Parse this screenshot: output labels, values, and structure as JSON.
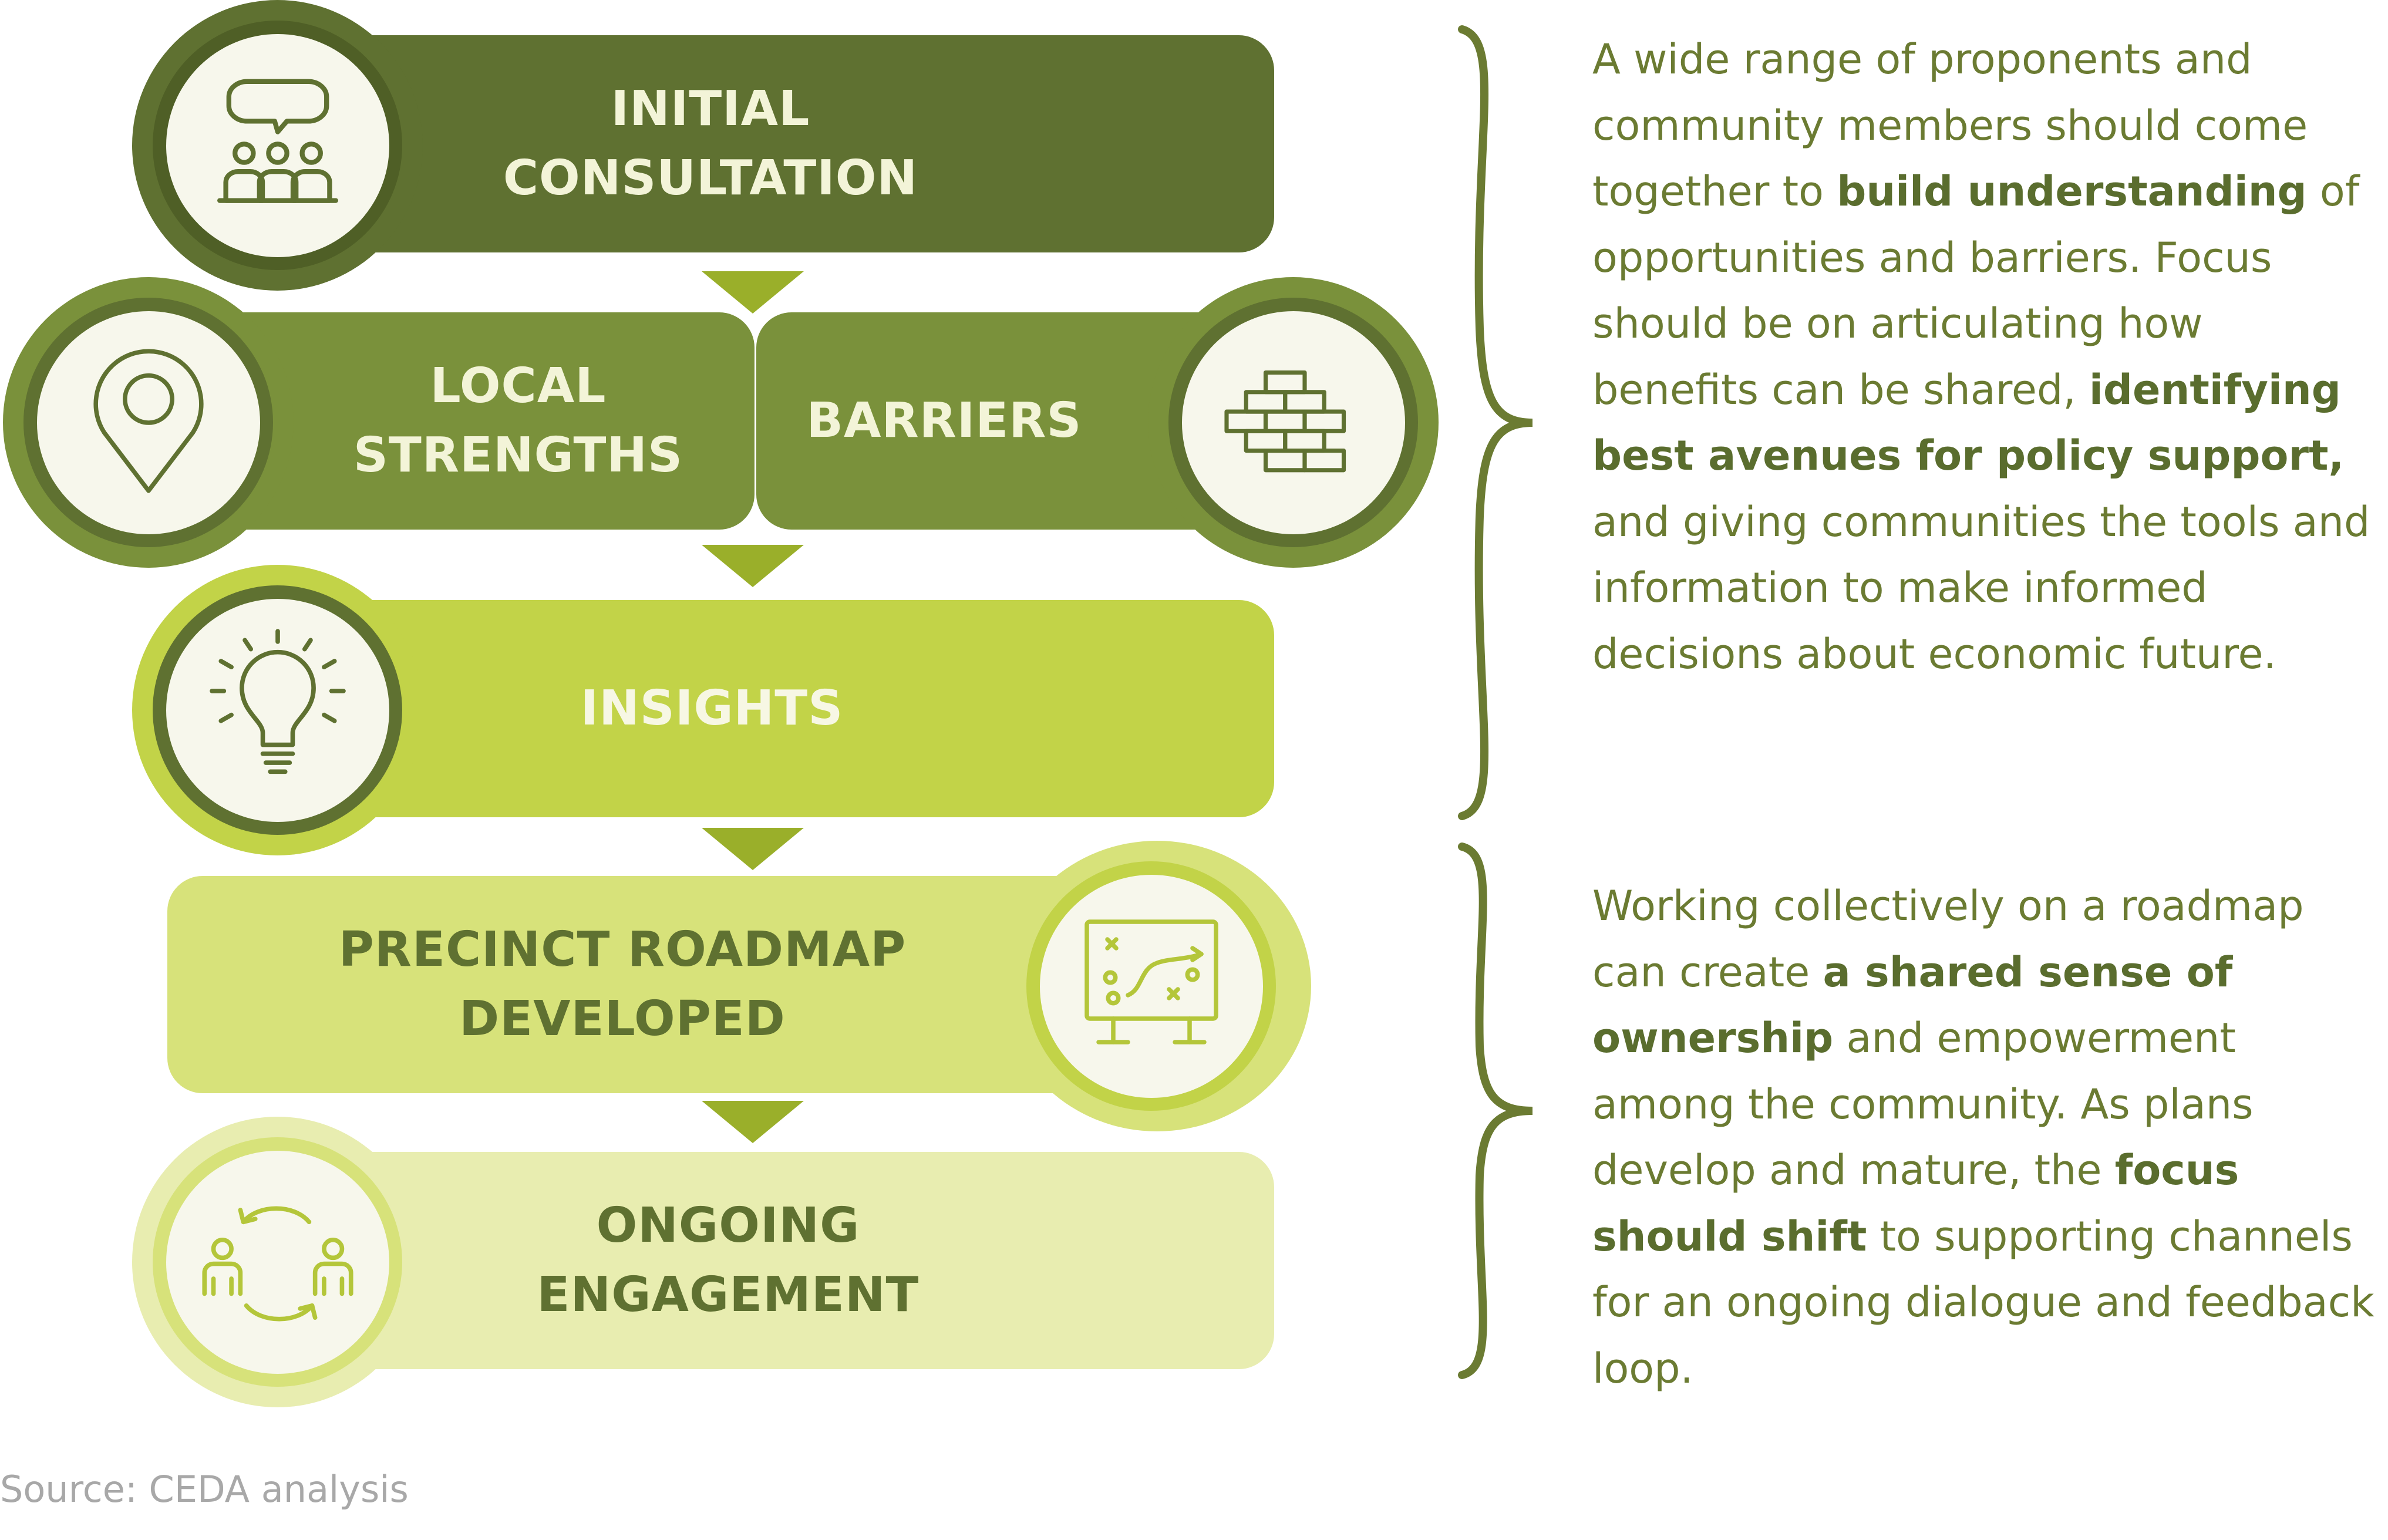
{
  "colors": {
    "dark_olive": "#5f7131",
    "olive_mid": "#7a913b",
    "lime": "#c2d348",
    "pale_lime": "#d7e27a",
    "very_pale": "#e8edb0",
    "cream": "#f7f7ec",
    "arrow": "#9aaf2a",
    "text_green": "#6b7b32"
  },
  "steps": {
    "initial": {
      "label": "INITIAL\nCONSULTATION",
      "icon": "consultation-group-icon"
    },
    "local": {
      "label": "LOCAL\nSTRENGTHS",
      "icon": "location-pin-icon"
    },
    "barriers": {
      "label": "BARRIERS",
      "icon": "brick-wall-icon"
    },
    "insights": {
      "label": "INSIGHTS",
      "icon": "lightbulb-icon"
    },
    "roadmap": {
      "label": "PRECINCT ROADMAP\nDEVELOPED",
      "icon": "strategy-board-icon"
    },
    "ongoing": {
      "label": "ONGOING\nENGAGEMENT",
      "icon": "exchange-people-icon"
    }
  },
  "description_top": [
    {
      "text": "A wide range of proponents and community members should come together to ",
      "bold": false
    },
    {
      "text": "build understanding",
      "bold": true
    },
    {
      "text": " of opportunities and barriers. Focus should be on articulating how benefits can be shared, ",
      "bold": false
    },
    {
      "text": "identifying best avenues for policy support,",
      "bold": true
    },
    {
      "text": " and giving communities the tools and information to make informed decisions about economic future.",
      "bold": false
    }
  ],
  "description_bottom": [
    {
      "text": "Working collectively on a roadmap can create ",
      "bold": false
    },
    {
      "text": "a shared sense of ownership",
      "bold": true
    },
    {
      "text": " and empowerment among the community. As plans develop and mature, the ",
      "bold": false
    },
    {
      "text": "focus should shift",
      "bold": true
    },
    {
      "text": " to supporting channels for an ongoing dialogue and feedback loop.",
      "bold": false
    }
  ],
  "source": "Source: CEDA analysis"
}
